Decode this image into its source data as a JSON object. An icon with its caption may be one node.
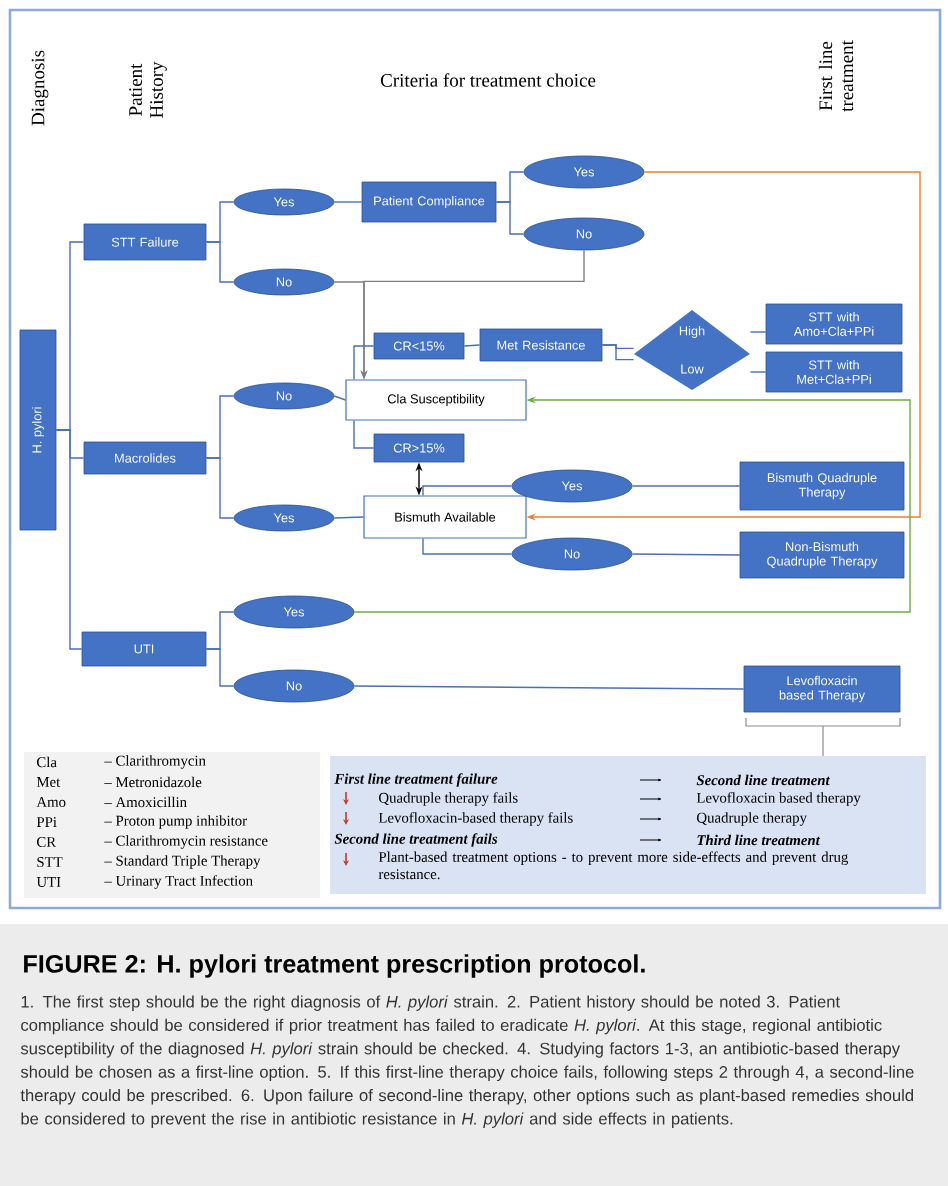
{
  "diagram": {
    "title": "FIGURE 2: H. pylori treatment prescription protocol.",
    "caption": "1. The first step should be the right diagnosis of *H. pylori* strain. 2. Patient history should be noted 3. Patient compliance should be considered if prior treatment has failed to eradicate *H. pylori*. At this stage, regional antibiotic susceptibility of the diagnosed *H. pylori* strain should be checked. 4. Studying factors 1-3, an antibiotic-based therapy should be chosen as a first-line option. 5. If this first-line therapy choice fails, following steps 2 through 4, a second-line therapy could be prescribed. 6. Upon failure of second-line therapy, other options such as plant-based remedies should be considered to prevent the rise in antibiotic resistance in *H. pylori* and side effects in patients.",
    "nodes": [
      {
        "text": [
          "H. pylori"
        ]
      },
      {
        "text": [
          "STT Failure"
        ]
      },
      {
        "text": [
          "Macrolides"
        ]
      },
      {
        "text": [
          "UTI"
        ]
      },
      {
        "text": [
          "Yes"
        ]
      },
      {
        "text": [
          "No"
        ]
      },
      {
        "text": [
          "Patient Compliance"
        ]
      },
      {
        "text": [
          "Yes"
        ]
      },
      {
        "text": [
          "No"
        ]
      },
      {
        "text": [
          "CR<15%"
        ]
      },
      {
        "text": [
          "Met Resistance"
        ]
      },
      {
        "text": [
          "High"
        ]
      },
      {
        "text": [
          "Low"
        ]
      },
      {
        "text": [
          "STT with Amo+Cla+PPi"
        ]
      },
      {
        "text": [
          "STT with Met+Cla+PPi"
        ]
      },
      {
        "text": [
          "Cla Susceptibility"
        ]
      },
      {
        "text": [
          "CR>15%"
        ]
      },
      {
        "text": [
          "Bismuth Available"
        ]
      },
      {
        "text": [
          "No"
        ]
      },
      {
        "text": [
          "Yes"
        ]
      },
      {
        "text": [
          "Yes"
        ]
      },
      {
        "text": [
          "No"
        ]
      },
      {
        "text": [
          "Bismuth Quadruple Therapy"
        ]
      },
      {
        "text": [
          "Non-Bismuth Quadruple Therapy"
        ]
      },
      {
        "text": [
          "Yes"
        ]
      },
      {
        "text": [
          "No"
        ]
      },
      {
        "text": [
          "Levofloxacin based Therapy"
        ]
      },
      {
        "text": [
          "Cla",
          "– Clarithromycin",
          "Met",
          "– Metronidazole",
          "Amo",
          "– Amoxicillin",
          "PPi",
          "– Proton pump inhibitor",
          "CR",
          "– Clarithromycin resistance",
          "STT",
          "– Standard Triple Therapy",
          "UTI",
          "– Urinary Tract Infection"
        ]
      },
      {
        "text": [
          "First line treatment failure",
          "Second line treatment",
          "Quadruple therapy fails",
          "Levofloxacin based therapy",
          "Levofloxacin-based therapy fails",
          "Quadruple therapy",
          "Second line treatment fails",
          "Third line treatment",
          "Plant-based treatment options - to prevent more side-effects and prevent drug resistance."
        ]
      }
    ],
    "edges": [
      {
        "from": 0,
        "to": 1,
        "arrow": "none"
      },
      {
        "from": 0,
        "to": 2,
        "arrow": "none"
      },
      {
        "from": 0,
        "to": 3,
        "arrow": "none"
      },
      {
        "from": 1,
        "to": 4,
        "arrow": "none"
      },
      {
        "from": 1,
        "to": 5,
        "arrow": "none"
      },
      {
        "from": 4,
        "to": 6,
        "arrow": "none"
      },
      {
        "from": 6,
        "to": 7,
        "arrow": "none"
      },
      {
        "from": 6,
        "to": 8,
        "arrow": "none"
      },
      {
        "from": 7,
        "to": 17,
        "arrow": "to",
        "color": "#ed7d31"
      },
      {
        "from": 8,
        "to": 15,
        "arrow": "to",
        "color": "#7f7f7f"
      },
      {
        "from": 5,
        "to": 15,
        "arrow": "to",
        "color": "#7f7f7f"
      },
      {
        "from": 2,
        "to": 18,
        "arrow": "none"
      },
      {
        "from": 2,
        "to": 19,
        "arrow": "none"
      },
      {
        "from": 18,
        "to": 15,
        "arrow": "none"
      },
      {
        "from": 15,
        "to": 9,
        "arrow": "none"
      },
      {
        "from": 15,
        "to": 16,
        "arrow": "none"
      },
      {
        "from": 9,
        "to": 10,
        "arrow": "none"
      },
      {
        "from": 10,
        "to": 11,
        "arrow": "none"
      },
      {
        "from": 10,
        "to": 12,
        "arrow": "none"
      },
      {
        "from": 11,
        "to": 13,
        "arrow": "none"
      },
      {
        "from": 12,
        "to": 14,
        "arrow": "none"
      },
      {
        "from": 16,
        "to": 17,
        "arrow": "both",
        "color": "#000000"
      },
      {
        "from": 19,
        "to": 17,
        "arrow": "none"
      },
      {
        "from": 17,
        "to": 20,
        "arrow": "none"
      },
      {
        "from": 17,
        "to": 21,
        "arrow": "none"
      },
      {
        "from": 20,
        "to": 22,
        "arrow": "none"
      },
      {
        "from": 21,
        "to": 23,
        "arrow": "none"
      },
      {
        "from": 3,
        "to": 24,
        "arrow": "none"
      },
      {
        "from": 3,
        "to": 25,
        "arrow": "none"
      },
      {
        "from": 24,
        "to": 15,
        "arrow": "to",
        "color": "#70ad47"
      },
      {
        "from": 25,
        "to": 26,
        "arrow": "none"
      }
    ],
    "labels": [
      "Diagnosis",
      "Patient History",
      "Criteria for treatment choice",
      "First line treatment"
    ]
  }
}
